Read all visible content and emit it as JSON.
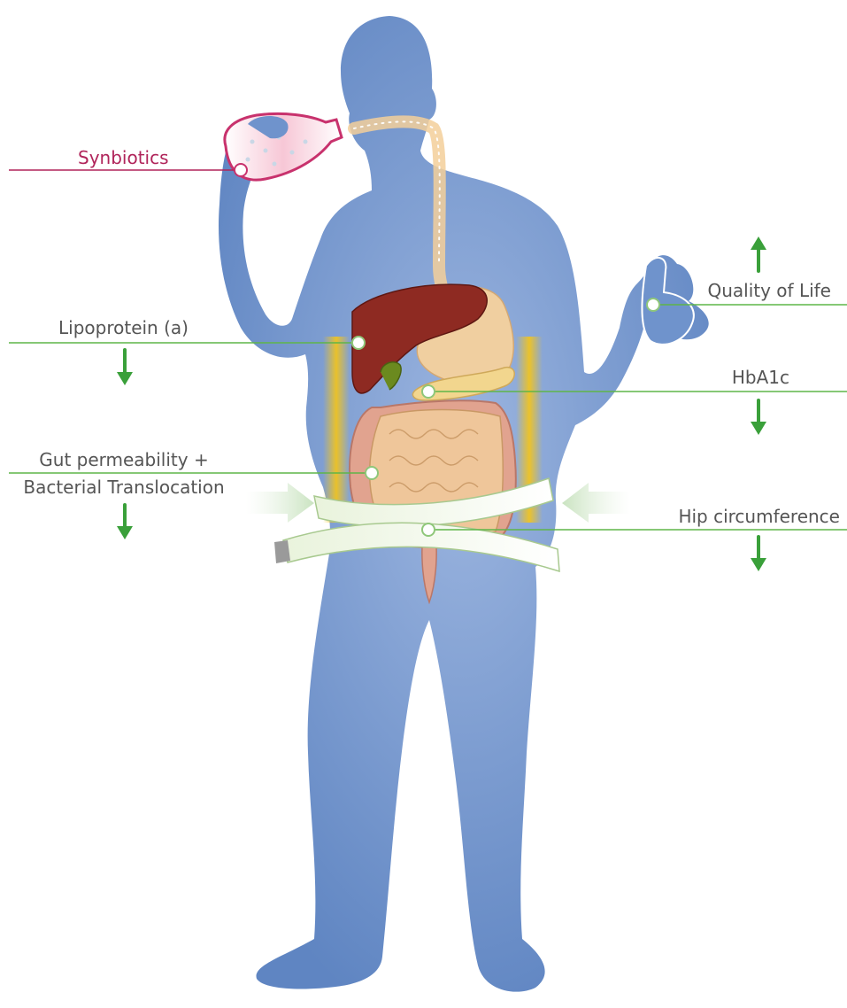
{
  "intervention": {
    "label": "Synbiotics",
    "color": "#b0245a"
  },
  "outcomes": {
    "lipoprotein": {
      "label": "Lipoprotein (a)",
      "direction": "down"
    },
    "gut": {
      "label_line1": "Gut permeability +",
      "label_line2": "Bacterial Translocation",
      "direction": "down"
    },
    "quality_of_life": {
      "label": "Quality of Life",
      "direction": "up"
    },
    "hba1c": {
      "label": "HbA1c",
      "direction": "down"
    },
    "hip": {
      "label": "Hip circumference",
      "direction": "down"
    }
  },
  "colors": {
    "body": "#6f93cc",
    "line_green": "#5fb548",
    "arrow_green": "#3aa03a",
    "liver": "#8e2a22",
    "stomach": "#f0cfa0",
    "intestine": "#d9a07a",
    "fat": "#f5c518"
  }
}
